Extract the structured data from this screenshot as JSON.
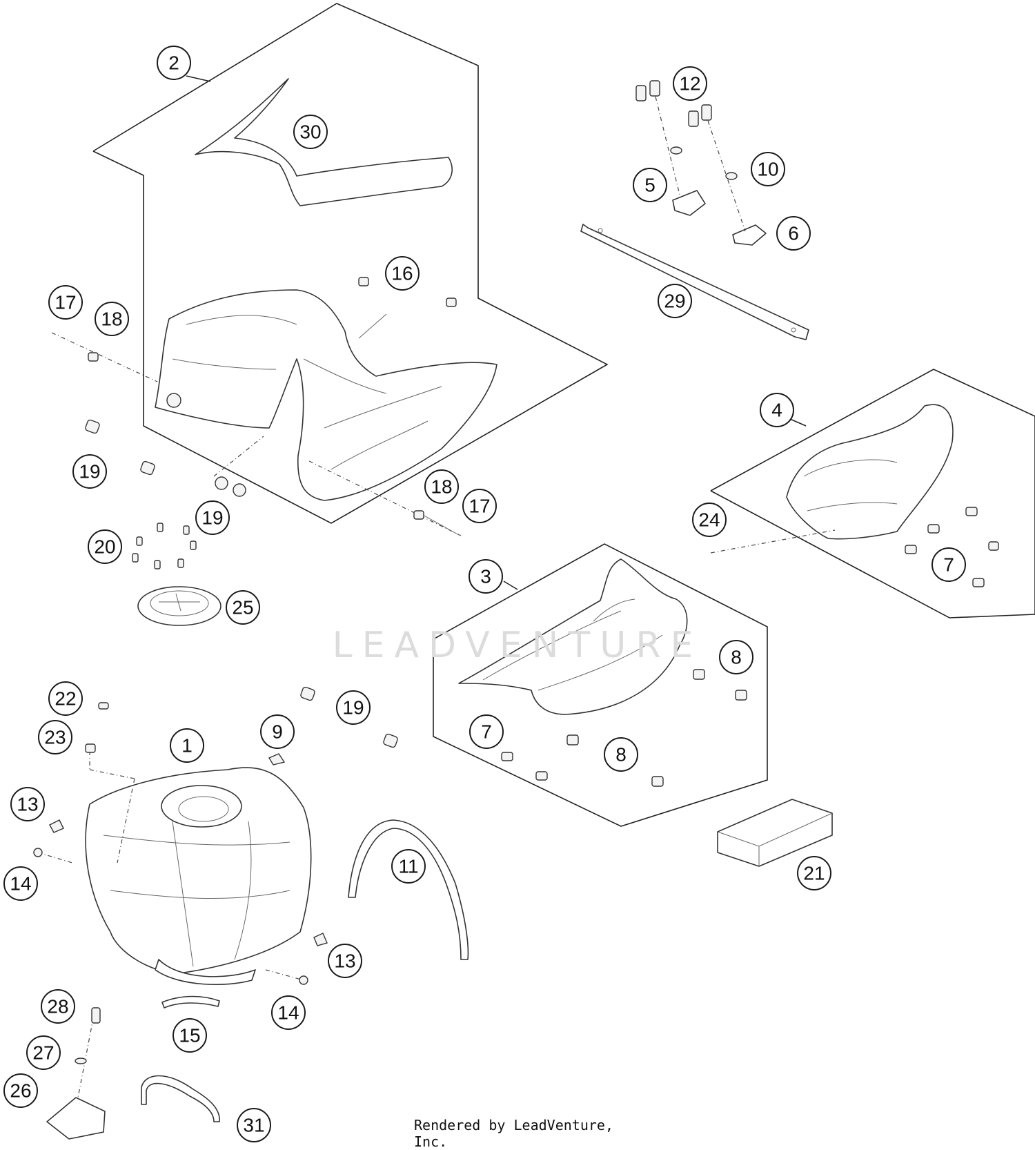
{
  "watermark": "LEADVENTURE",
  "footer": "Rendered by LeadVenture, Inc.",
  "callouts": [
    "1",
    "2",
    "3",
    "4",
    "5",
    "6",
    "7",
    "7",
    "8",
    "8",
    "9",
    "10",
    "11",
    "12",
    "13",
    "13",
    "14",
    "14",
    "15",
    "16",
    "17",
    "17",
    "18",
    "18",
    "19",
    "19",
    "19",
    "20",
    "21",
    "22",
    "23",
    "24",
    "25",
    "26",
    "27",
    "28",
    "29",
    "30",
    "31"
  ]
}
